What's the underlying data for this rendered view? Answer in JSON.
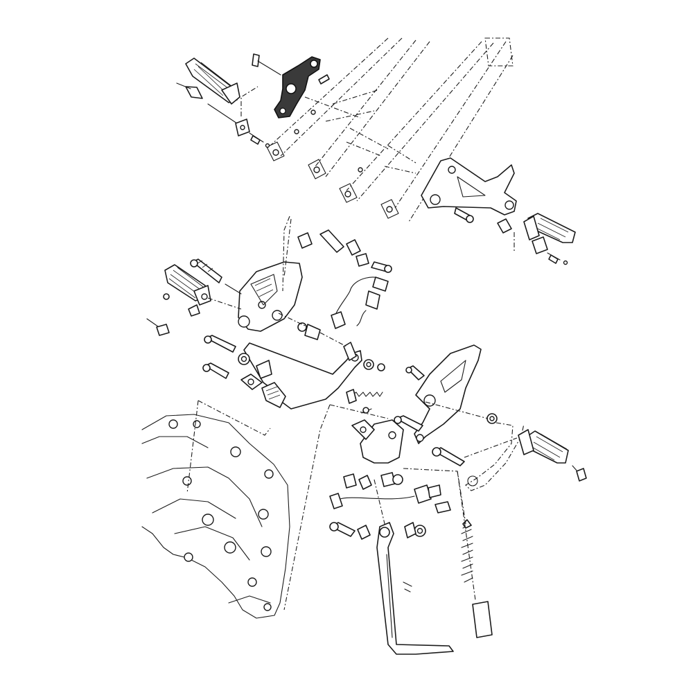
{
  "diagram": {
    "highlight_color": "#3a3a3a",
    "line_color": "#1a1a1a",
    "background": "#ffffff",
    "parts": [
      {
        "name": "rear-frame-rails",
        "highlighted": false
      },
      {
        "name": "left-rear-footrest-bracket",
        "highlighted": true
      },
      {
        "name": "left-rear-footpeg",
        "highlighted": false
      },
      {
        "name": "right-rear-footrest-bracket",
        "highlighted": false
      },
      {
        "name": "right-rear-footpeg",
        "highlighted": false
      },
      {
        "name": "left-front-footrest-bracket",
        "highlighted": false
      },
      {
        "name": "left-front-footpeg",
        "highlighted": false
      },
      {
        "name": "brake-pedal",
        "highlighted": false
      },
      {
        "name": "rear-brake-light-switch",
        "highlighted": false
      },
      {
        "name": "right-front-footrest-bracket",
        "highlighted": false
      },
      {
        "name": "right-front-footpeg",
        "highlighted": false
      },
      {
        "name": "shift-pedal",
        "highlighted": false
      },
      {
        "name": "side-stand",
        "highlighted": false
      },
      {
        "name": "side-stand-switch",
        "highlighted": false
      },
      {
        "name": "side-stand-spring",
        "highlighted": false
      },
      {
        "name": "main-frame",
        "highlighted": false
      }
    ]
  }
}
